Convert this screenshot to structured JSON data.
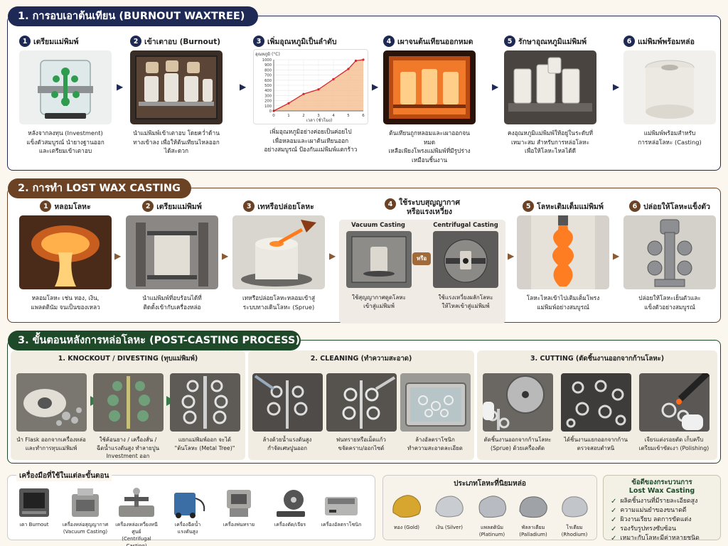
{
  "section1": {
    "title": "1. การอบเอาต้นเทียน (BURNOUT WAXTREE)",
    "steps": [
      {
        "num": "1",
        "title": "เตรียมแม่พิมพ์",
        "caption_lines": [
          "หลังจากลงทุน (Investment)",
          "แข็งตัวสมบูรณ์ นำยางฐานออก",
          "และเตรียมเข้าเตาอบ"
        ]
      },
      {
        "num": "2",
        "title": "เข้าเตาอบ (Burnout)",
        "caption_lines": [
          "นำแม่พิมพ์เข้าเตาอบ โดยคว่ำด้าน",
          "ทางเข้าลง เพื่อให้ต้นเทียนไหลออก",
          "ได้สะดวก"
        ]
      },
      {
        "num": "3",
        "title": "เพิ่มอุณหภูมิเป็นลำดับ",
        "caption_lines": [
          "เพิ่มอุณหภูมิอย่างค่อยเป็นค่อยไป",
          "เพื่อหลอมและเผาต้นเทียนออก",
          "อย่างสมบูรณ์ ป้องกันแม่พิมพ์แตกร้าว"
        ]
      },
      {
        "num": "4",
        "title": "เผาจนต้นเทียนออกหมด",
        "caption_lines": [
          "ต้นเทียนถูกหลอมและเผาออกจนหมด",
          "เหลือเพียงโพรงแม่พิมพ์ที่มีรูปร่าง",
          "เหมือนชิ้นงาน"
        ]
      },
      {
        "num": "5",
        "title": "รักษาอุณหภูมิแม่พิมพ์",
        "caption_lines": [
          "คงอุณหภูมิแม่พิมพ์ให้อยู่ในระดับที่",
          "เหมาะสม สำหรับการหล่อโลหะ",
          "เพื่อให้โลหะไหลได้ดี"
        ]
      },
      {
        "num": "6",
        "title": "แม่พิมพ์พร้อมหล่อ",
        "caption_lines": [
          "แม่พิมพ์พร้อมสำหรับ",
          "การหล่อโลหะ (Casting)"
        ]
      }
    ]
  },
  "chart_data": {
    "type": "area",
    "title": "",
    "xlabel": "เวลา (ชั่วโมง)",
    "ylabel": "อุณหภูมิ (°C)",
    "x": [
      0,
      1,
      2,
      3,
      4,
      5,
      5.5,
      6
    ],
    "y": [
      0,
      150,
      330,
      420,
      620,
      820,
      980,
      1000
    ],
    "xticks": [
      0,
      1,
      2,
      3,
      4,
      5,
      6
    ],
    "yticks": [
      0,
      100,
      200,
      300,
      400,
      500,
      600,
      700,
      800,
      900,
      1000
    ],
    "xlim": [
      0,
      6
    ],
    "ylim": [
      0,
      1000
    ],
    "grid": true,
    "line_color": "#d7262a",
    "fill_color": "#f6b98a"
  },
  "section2": {
    "title": "2. การทำ LOST WAX CASTING",
    "steps": [
      {
        "num": "1",
        "title": "หลอมโลหะ",
        "caption_lines": [
          "หลอมโลหะ เช่น ทอง, เงิน,",
          "แพลตตินัม จนเป็นของเหลว"
        ]
      },
      {
        "num": "2",
        "title": "เตรียมแม่พิมพ์",
        "caption_lines": [
          "นำแม่พิมพ์ที่อบร้อนได้ที่",
          "ติดตั้งเข้ากับเครื่องหล่อ"
        ]
      },
      {
        "num": "3",
        "title": "เทหรือปล่อยโลหะ",
        "caption_lines": [
          "เทหรือปล่อยโลหะหลอมเข้าสู่",
          "ระบบทางเดินโลหะ (Sprue)"
        ]
      },
      {
        "num": "4",
        "title_lines": [
          "ใช้ระบบสุญญากาศ",
          "หรือแรงเหวี่ยง"
        ],
        "vacuum": {
          "label": "Vacuum Casting",
          "caption_lines": [
            "ใช้สุญญากาศดูดโลหะ",
            "เข้าสู่แม่พิมพ์"
          ]
        },
        "or": "หรือ",
        "centrifugal": {
          "label": "Centrifugal Casting",
          "caption_lines": [
            "ใช้แรงเหวี่ยงผลักโลหะ",
            "ให้ไหลเข้าสู่แม่พิมพ์"
          ]
        }
      },
      {
        "num": "5",
        "title": "โลหะเติมเต็มแม่พิมพ์",
        "caption_lines": [
          "โลหะไหลเข้าไปเติมเต็มโพรง",
          "แม่พิมพ์อย่างสมบูรณ์"
        ]
      },
      {
        "num": "6",
        "title": "ปล่อยให้โลหะแข็งตัว",
        "caption_lines": [
          "ปล่อยให้โลหะเย็นตัวและ",
          "แข็งตัวอย่างสมบูรณ์"
        ]
      }
    ]
  },
  "section3": {
    "title": "3. ขั้นตอนหลังการหล่อโลหะ (POST-CASTING PROCESS)",
    "groups": [
      {
        "title": "1. KNOCKOUT / DIVESTING (ทุบแม่พิมพ์)",
        "items": [
          {
            "caption_lines": [
              "นำ Flask ออกจากเครื่องหล่อ",
              "และทำการทุบแม่พิมพ์"
            ]
          },
          {
            "caption_lines": [
              "ใช้ค้อนยาง / เครื่องสั่น /",
              "ฉีดน้ำแรงดันสูง ทำลายปูน",
              "Investment ออก"
            ]
          },
          {
            "caption_lines": [
              "แยกแม่พิมพ์ออก จะได้",
              "\"ต้นโลหะ (Metal Tree)\""
            ]
          }
        ]
      },
      {
        "title": "2. CLEANING (ทำความสะอาด)",
        "items": [
          {
            "caption_lines": [
              "ล้างด้วยน้ำแรงดันสูง",
              "กำจัดเศษปูนออก"
            ]
          },
          {
            "caption_lines": [
              "พ่นทรายหรือเม็ดแก้ว",
              "ขจัดคราบ/ออกไซด์"
            ]
          },
          {
            "caption_lines": [
              "ล้างอัลตราโซนิก",
              "ทำความสะอาดละเอียด"
            ]
          }
        ]
      },
      {
        "title": "3. CUTTING (ตัดชิ้นงานออกจากก้านโลหะ)",
        "items": [
          {
            "caption_lines": [
              "ตัดชิ้นงานออกจากก้านโลหะ",
              "(Sprue) ด้วยเครื่องตัด"
            ]
          },
          {
            "caption_lines": [
              "ได้ชิ้นงานแยกออกจากก้าน",
              "ตรวจสอบตำหนิ"
            ]
          },
          {
            "caption_lines": [
              "เจียรแต่งรอยตัด เก็บครีบ",
              "เตรียมเข้าขัดเงา (Polishing)"
            ]
          }
        ]
      }
    ]
  },
  "tools": {
    "title": "เครื่องมือที่ใช้ในแต่ละขั้นตอน",
    "items": [
      {
        "label_lines": [
          "เตา Burnout"
        ]
      },
      {
        "label_lines": [
          "เครื่องหล่อสุญญากาศ",
          "(Vacuum Casting)"
        ]
      },
      {
        "label_lines": [
          "เครื่องหล่อเหวี่ยงหนีศูนย์",
          "(Centrifugal Casting)"
        ]
      },
      {
        "label_lines": [
          "เครื่องฉีดน้ำ",
          "แรงดันสูง"
        ]
      },
      {
        "label_lines": [
          "เครื่องพ่นทราย"
        ]
      },
      {
        "label_lines": [
          "เครื่องตัด/เจียร"
        ]
      },
      {
        "label_lines": [
          "เครื่องอัลตราโซนิก"
        ]
      }
    ]
  },
  "metals": {
    "title": "ประเภทโลหะที่นิยมหล่อ",
    "items": [
      {
        "label_lines": [
          "ทอง (Gold)"
        ],
        "color": "#d7a62f"
      },
      {
        "label_lines": [
          "เงิน (Silver)"
        ],
        "color": "#c9ccd0"
      },
      {
        "label_lines": [
          "แพลตตินัม",
          "(Platinum)"
        ],
        "color": "#b8bcc2"
      },
      {
        "label_lines": [
          "พัลลาเดียม",
          "(Palladium)"
        ],
        "color": "#9fa3a8"
      },
      {
        "label_lines": [
          "โรเดียม",
          "(Rhodium)"
        ],
        "color": "#c2c6cb"
      }
    ]
  },
  "advantages": {
    "title_lines": [
      "ข้อดีของกระบวนการ",
      "Lost Wax Casting"
    ],
    "items": [
      "ผลิตชิ้นงานที่มีรายละเอียดสูง",
      "ความแม่นยำของขนาดดี",
      "ผิวงานเรียบ ลดการขัดแต่ง",
      "รองรับรูปทรงซับซ้อน",
      "เหมาะกับโลหะมีค่าหลายชนิด"
    ]
  },
  "colors": {
    "navy": "#1e2a55",
    "brown": "#6b4224",
    "green": "#1f4a2a"
  }
}
